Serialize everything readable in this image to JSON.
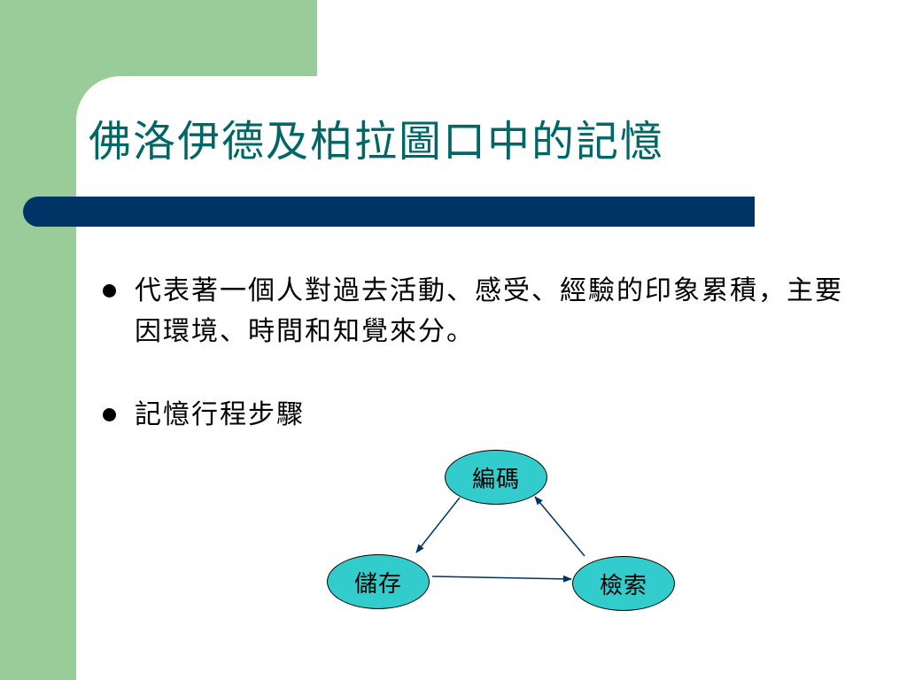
{
  "slide": {
    "title": "佛洛伊德及柏拉圖口中的記憶",
    "bullets": [
      "代表著一個人對過去活動、感受、經驗的印象累積，主要因環境、時間和知覺來分。",
      "記憶行程步驟"
    ]
  },
  "diagram": {
    "nodes": {
      "encode": "編碼",
      "store": "儲存",
      "retrieve": "檢索"
    }
  },
  "colors": {
    "green_block": "#99cc99",
    "title_text": "#006666",
    "title_bar": "#003366",
    "node_fill": "#33cccc",
    "arrow": "#003366"
  }
}
